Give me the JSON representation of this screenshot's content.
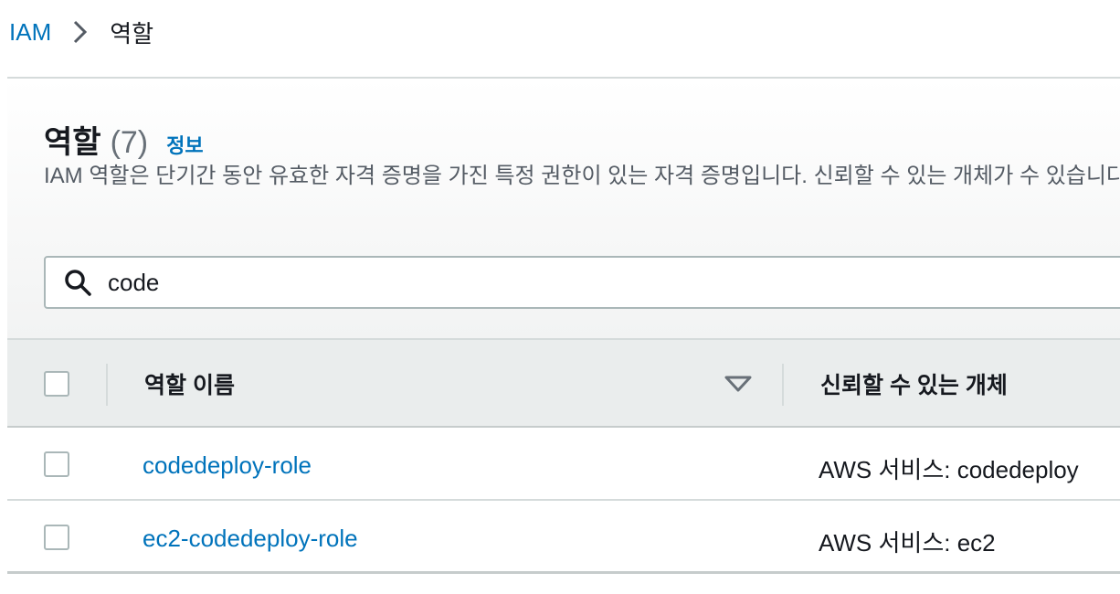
{
  "breadcrumb": {
    "root": "IAM",
    "current": "역할"
  },
  "header": {
    "title": "역할",
    "count": "(7)",
    "info_link": "정보",
    "description": "IAM 역할은 단기간 동안 유효한 자격 증명을 가진 특정 권한이 있는 자격 증명입니다. 신뢰할 수 있는 개체가 수 있습니다."
  },
  "search": {
    "value": "code",
    "icon": "search-icon"
  },
  "table": {
    "columns": {
      "role_name": "역할 이름",
      "trusted_entity": "신뢰할 수 있는 개체"
    },
    "rows": [
      {
        "role_name": "codedeploy-role",
        "trusted_entity": "AWS 서비스: codedeploy"
      },
      {
        "role_name": "ec2-codedeploy-role",
        "trusted_entity": "AWS 서비스: ec2"
      }
    ]
  }
}
